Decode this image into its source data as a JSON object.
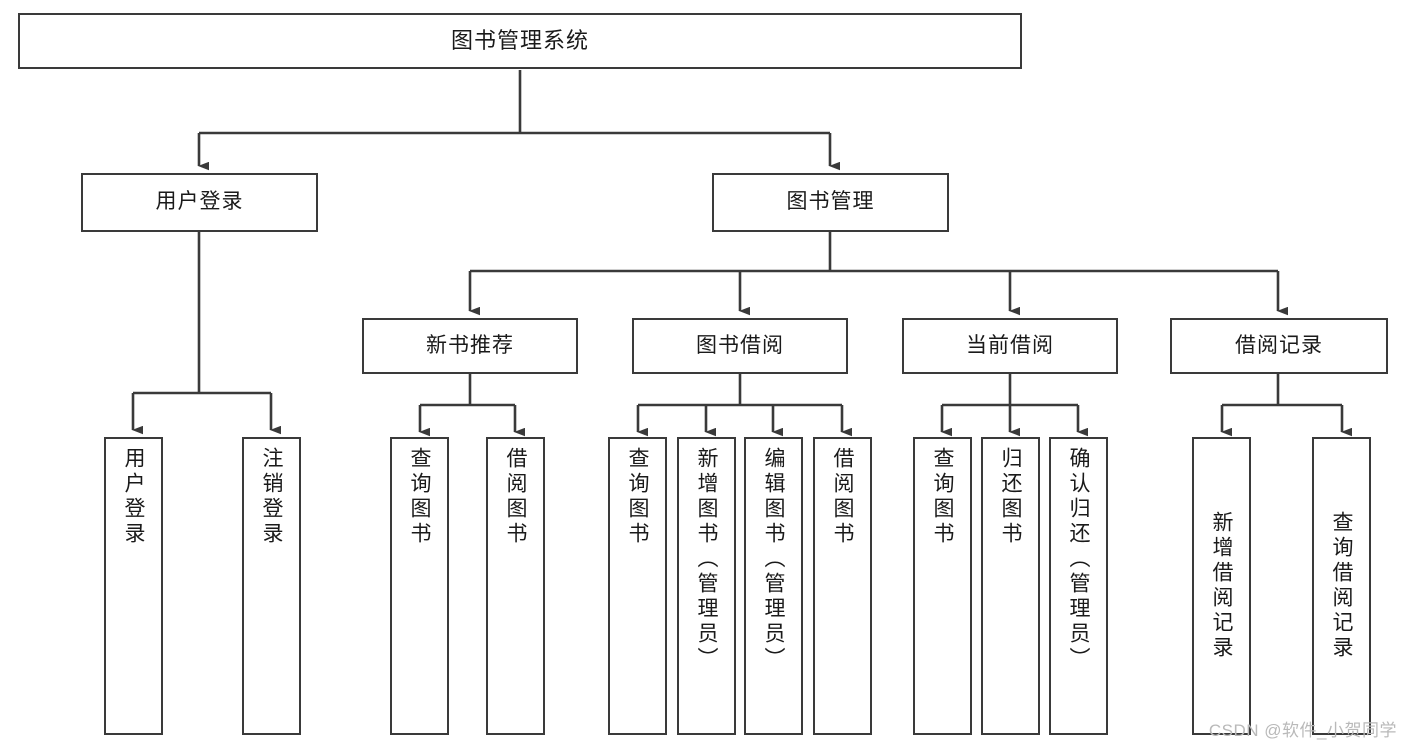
{
  "diagram": {
    "type": "tree",
    "title": "图书管理系统",
    "watermark": "CSDN @软件_小贺同学",
    "colors": {
      "background": "#ffffff",
      "box_border": "#3a3a3a",
      "box_fill": "#ffffff",
      "connector": "#3a3a3a",
      "text": "#1a1a1a",
      "watermark": "#b9b9b9"
    },
    "root": {
      "label": "图书管理系统"
    },
    "level1": [
      {
        "label": "用户登录"
      },
      {
        "label": "图书管理"
      }
    ],
    "level2": [
      {
        "label": "新书推荐"
      },
      {
        "label": "图书借阅"
      },
      {
        "label": "当前借阅"
      },
      {
        "label": "借阅记录"
      }
    ],
    "leaves": {
      "user_login": [
        {
          "label": "用户登录"
        },
        {
          "label": "注销登录"
        }
      ],
      "new_book_recommend": [
        {
          "label": "查询图书"
        },
        {
          "label": "借阅图书"
        }
      ],
      "book_borrow": [
        {
          "label": "查询图书"
        },
        {
          "label": "新增图书（管理员）"
        },
        {
          "label": "编辑图书（管理员）"
        },
        {
          "label": "借阅图书"
        }
      ],
      "current_borrow": [
        {
          "label": "查询图书"
        },
        {
          "label": "归还图书"
        },
        {
          "label": "确认归还（管理员）"
        }
      ],
      "borrow_record": [
        {
          "label": "新增借阅记录"
        },
        {
          "label": "查询借阅记录"
        }
      ]
    }
  }
}
